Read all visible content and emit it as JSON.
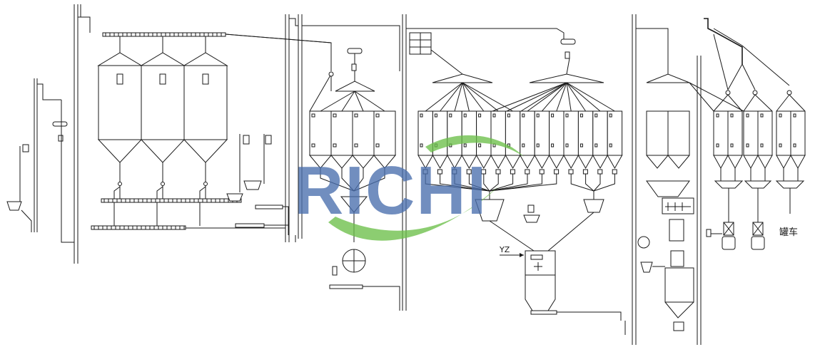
{
  "labels": {
    "steam_input": "YZ",
    "tanker_truck": "罐车"
  },
  "watermark": {
    "text": "RICHI",
    "text_color": "#4a6fae",
    "swoosh_color": "#6cc04a"
  },
  "colors": {
    "line": "#1a1a1a",
    "background": "#ffffff"
  }
}
